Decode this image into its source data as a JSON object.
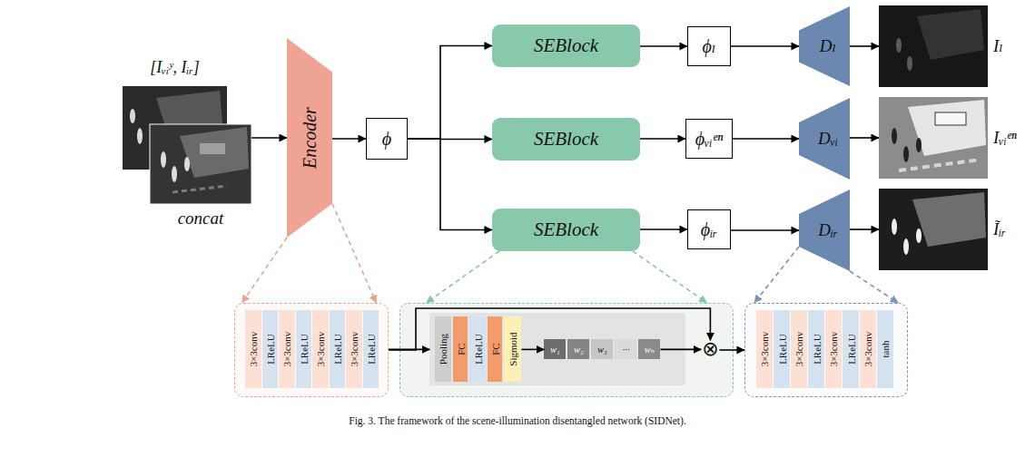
{
  "diagram": {
    "caption": "Fig. 3. The framework of the scene-illumination disentangled network (SIDNet).",
    "nodes": [
      {
        "text": [
          "[Iᵥᵢʸ, Iᵢᵣ]",
          "concat"
        ]
      },
      {
        "text": [
          "Encoder"
        ]
      },
      {
        "text": [
          "ϕ"
        ]
      },
      {
        "text": [
          "SEBlock"
        ]
      },
      {
        "text": [
          "SEBlock"
        ]
      },
      {
        "text": [
          "SEBlock"
        ]
      },
      {
        "text": [
          "ϕₗ"
        ]
      },
      {
        "text": [
          "ϕᵥᵢᵉⁿ"
        ]
      },
      {
        "text": [
          "ϕᵢᵣ"
        ]
      },
      {
        "text": [
          "Dₗ"
        ]
      },
      {
        "text": [
          "Dᵥᵢ"
        ]
      },
      {
        "text": [
          "Dᵢᵣ"
        ]
      },
      {
        "text": [
          "Iₗ"
        ]
      },
      {
        "text": [
          "Iᵥᵢᵉⁿ"
        ]
      },
      {
        "text": [
          "Ĩᵢᵣ"
        ]
      },
      {
        "text": []
      },
      {
        "text": [
          "3×3conv"
        ],
        "in": 15
      },
      {
        "text": [
          "LReLU"
        ],
        "in": 15
      },
      {
        "text": [
          "3×3conv"
        ],
        "in": 15
      },
      {
        "text": [
          "LReLU"
        ],
        "in": 15
      },
      {
        "text": [
          "3×3conv"
        ],
        "in": 15
      },
      {
        "text": [
          "LReLU"
        ],
        "in": 15
      },
      {
        "text": [
          "3×3conv"
        ],
        "in": 15
      },
      {
        "text": [
          "LReLU"
        ],
        "in": 15
      },
      {
        "text": []
      },
      {
        "text": [],
        "in": 24
      },
      {
        "text": [
          "Pooling"
        ],
        "in": 25
      },
      {
        "text": [
          "FC"
        ],
        "in": 25
      },
      {
        "text": [
          "LReLU"
        ],
        "in": 25
      },
      {
        "text": [
          "FC"
        ],
        "in": 25
      },
      {
        "text": [
          "Sigmoid"
        ],
        "in": 25
      },
      {
        "text": [
          "w₁"
        ],
        "in": 25
      },
      {
        "text": [
          "w₂"
        ],
        "in": 25
      },
      {
        "text": [
          "w₃"
        ],
        "in": 25
      },
      {
        "text": [
          "···"
        ],
        "in": 25
      },
      {
        "text": [
          "wₙ"
        ],
        "in": 25
      },
      {
        "text": [
          "⊗"
        ],
        "in": 24
      },
      {
        "text": []
      },
      {
        "text": [
          "3×3conv"
        ],
        "in": 37
      },
      {
        "text": [
          "LReLU"
        ],
        "in": 37
      },
      {
        "text": [
          "3×3conv"
        ],
        "in": 37
      },
      {
        "text": [
          "LReLU"
        ],
        "in": 37
      },
      {
        "text": [
          "3×3conv"
        ],
        "in": 37
      },
      {
        "text": [
          "LReLU"
        ],
        "in": 37
      },
      {
        "text": [
          "3×3conv"
        ],
        "in": 37
      },
      {
        "text": [
          "tanh"
        ],
        "in": 37
      }
    ],
    "edges": [
      {
        "from": 0,
        "to": 1,
        "arrow": "to"
      },
      {
        "from": 1,
        "to": 2,
        "arrow": "to"
      },
      {
        "from": 2,
        "to": 3,
        "arrow": "to"
      },
      {
        "from": 2,
        "to": 4,
        "arrow": "to"
      },
      {
        "from": 2,
        "to": 5,
        "arrow": "to"
      },
      {
        "from": 3,
        "to": 6,
        "arrow": "to"
      },
      {
        "from": 4,
        "to": 7,
        "arrow": "to"
      },
      {
        "from": 5,
        "to": 8,
        "arrow": "to"
      },
      {
        "from": 6,
        "to": 9,
        "arrow": "to"
      },
      {
        "from": 7,
        "to": 10,
        "arrow": "to"
      },
      {
        "from": 8,
        "to": 11,
        "arrow": "to"
      },
      {
        "from": 9,
        "to": 12,
        "arrow": "to"
      },
      {
        "from": 10,
        "to": 13,
        "arrow": "to"
      },
      {
        "from": 11,
        "to": 14,
        "arrow": "to"
      },
      {
        "from": 1,
        "to": 15,
        "arrow": "to"
      },
      {
        "from": 1,
        "to": 15,
        "arrow": "to"
      },
      {
        "from": 5,
        "to": 24,
        "arrow": "to"
      },
      {
        "from": 5,
        "to": 24,
        "arrow": "to"
      },
      {
        "from": 11,
        "to": 37,
        "arrow": "to"
      },
      {
        "from": 11,
        "to": 37,
        "arrow": "to"
      },
      {
        "from": 15,
        "to": 25,
        "arrow": "to"
      },
      {
        "from": 15,
        "to": 36,
        "arrow": "to"
      },
      {
        "from": 30,
        "to": 31,
        "arrow": "to"
      },
      {
        "from": 35,
        "to": 36,
        "arrow": "to"
      },
      {
        "from": 36,
        "to": 37,
        "arrow": "to"
      }
    ]
  }
}
